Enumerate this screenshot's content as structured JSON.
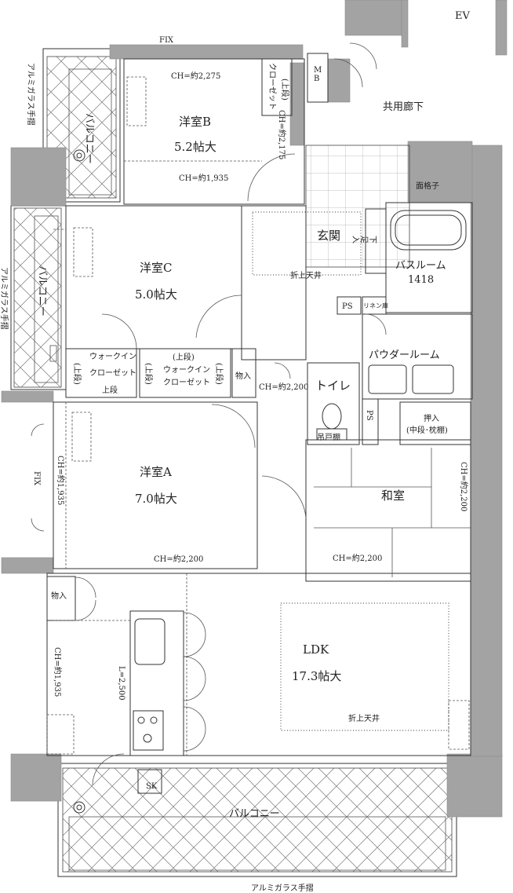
{
  "plan": {
    "rooms": {
      "western_b": {
        "name": "洋室B",
        "size": "5.2帖大"
      },
      "western_c": {
        "name": "洋室C",
        "size": "5.0帖大"
      },
      "western_a": {
        "name": "洋室A",
        "size": "7.0帖大"
      },
      "ldk": {
        "name": "LDK",
        "size": "17.3帖大"
      },
      "japanese": {
        "name": "和室"
      },
      "entrance": {
        "name": "玄関"
      },
      "bathroom": {
        "name": "バスルーム",
        "code": "1418"
      },
      "powder_room": {
        "name": "パウダールーム"
      },
      "toilet": {
        "name": "トイレ"
      },
      "common_corridor": {
        "name": "共用廊下"
      },
      "balcony_top": {
        "name": "バルコニー"
      },
      "balcony_left": {
        "name": "バルコニー"
      },
      "balcony_bottom": {
        "name": "バルコニー"
      }
    },
    "storage": {
      "closet_b": "クローゼット",
      "closet_b_upper": "(上段)",
      "walkin_1": "ウォークイン",
      "walkin_1_closet": "クローゼット",
      "walkin_2": "ウォークイン",
      "walkin_2_closet": "クローゼット",
      "upper": "(上段)",
      "upper_plain": "上段",
      "upper_small": "上\n段",
      "monoire": "物入",
      "oshiire": "押入",
      "oshiire_sub": "(中段･枕棚)",
      "geta": "下\n足\n入",
      "linen": "リネン庫",
      "tsuritana": "吊戸棚",
      "ps": "PS"
    },
    "annotations": {
      "fix": "FIX",
      "ev": "EV",
      "mb": "M\nB",
      "mengoshi": "面格子",
      "orijo": "折上天井",
      "sk": "SK",
      "aluminum_rail": "アルミガラス手摺",
      "kitchen_length": "L=2,500",
      "ch_2275": "CH=約2,275",
      "ch_1935": "CH=約1,935",
      "ch_2175": "CH=約2,175",
      "ch_2200": "CH=約2,200"
    }
  }
}
